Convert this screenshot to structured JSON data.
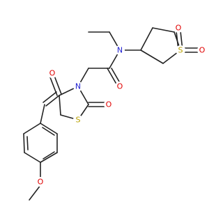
{
  "molecule": {
    "colors": {
      "bond": "#222222",
      "carbon": "#222222",
      "nitrogen": "#2020d0",
      "oxygen": "#e00000",
      "sulfur": "#b8a000"
    },
    "atoms": {
      "O_sulfone_top": "O",
      "S_sulfone": "S",
      "O_sulfone_right": "O",
      "N_amide": "N",
      "O_amide": "O",
      "N_ring": "N",
      "O_ring_4": "O",
      "S_ring": "S",
      "O_ring_2": "O",
      "O_methoxy": "O"
    }
  }
}
